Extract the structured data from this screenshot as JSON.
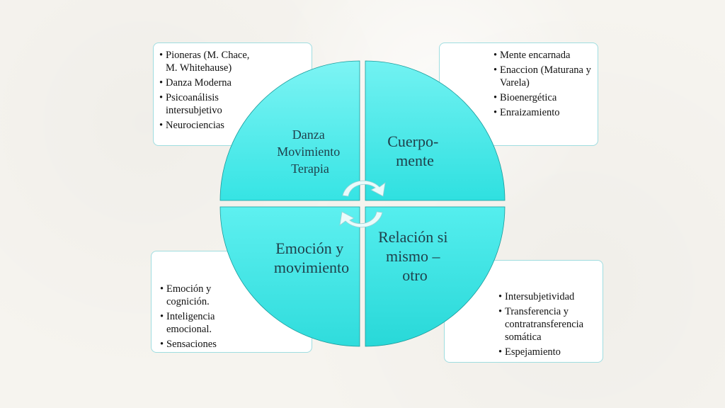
{
  "boxes": {
    "top_left": {
      "items": [
        "Pioneras (M. Chace, M. Whitehause)",
        "Danza Moderna",
        "Psicoanálisis intersubjetivo",
        "Neurociencias"
      ]
    },
    "top_right": {
      "items": [
        "Mente encarnada",
        "Enaccion (Maturana y Varela)",
        "Bioenergética",
        "Enraizamiento"
      ]
    },
    "bottom_left": {
      "items": [
        "Emoción y cognición.",
        "Inteligencia emocional.",
        "Sensaciones"
      ]
    },
    "bottom_right": {
      "items": [
        "Intersubjetividad",
        "Transferencia y contratransferencia somática",
        "Espejamiento"
      ]
    }
  },
  "quadrants": {
    "top_left": {
      "lines": [
        "Danza",
        "Movimiento",
        "Terapia"
      ]
    },
    "top_right": {
      "lines": [
        "Cuerpo-",
        "mente"
      ]
    },
    "bottom_left": {
      "lines": [
        "Emoción y",
        "movimiento"
      ]
    },
    "bottom_right": {
      "lines": [
        "Relación si",
        "mismo –",
        "otro"
      ]
    }
  },
  "colors": {
    "quadrant_fill": "#4deaea",
    "quadrant_fill_light": "#7df4f4",
    "box_border": "#9fdde0",
    "label_text": "#1f3f4a",
    "arrow": "#e9fbfb"
  },
  "icons": {
    "cycle": "circular-arrows-icon"
  }
}
